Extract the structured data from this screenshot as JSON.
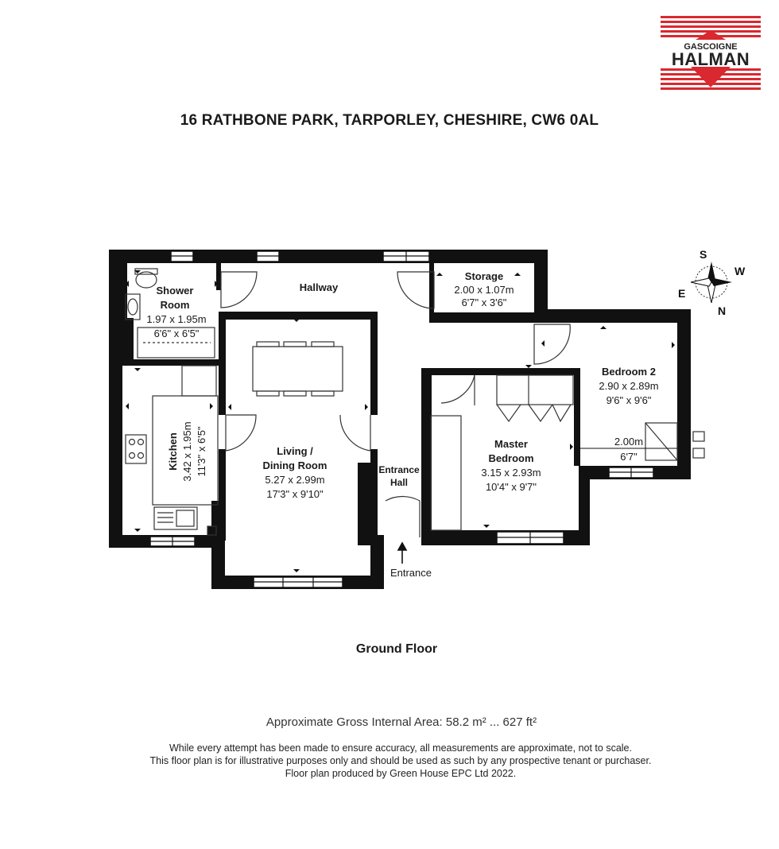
{
  "brand": {
    "line1": "GASCOIGNE",
    "line2": "HALMAN",
    "color": "#d9282f"
  },
  "title": "16 RATHBONE PARK, TARPORLEY, CHESHIRE, CW6 0AL",
  "rooms": {
    "shower": {
      "name_1": "Shower",
      "name_2": "Room",
      "metric": "1.97 x 1.95m",
      "imperial": "6'6\" x 6'5\""
    },
    "hallway": {
      "name": "Hallway"
    },
    "storage": {
      "name": "Storage",
      "metric": "2.00 x 1.07m",
      "imperial": "6'7\" x 3'6\""
    },
    "bedroom2": {
      "name": "Bedroom 2",
      "metric": "2.90 x 2.89m",
      "imperial": "9'6\" x 9'6\"",
      "extra_metric": "2.00m",
      "extra_imperial": "6'7\""
    },
    "kitchen": {
      "name": "Kitchen",
      "metric": "3.42 x 1.95m",
      "imperial": "11'3\" x 6'5\""
    },
    "living": {
      "name_1": "Living /",
      "name_2": "Dining Room",
      "metric": "5.27 x 2.99m",
      "imperial": "17'3\" x 9'10\""
    },
    "entrance_hall": {
      "name_1": "Entrance",
      "name_2": "Hall"
    },
    "master": {
      "name_1": "Master",
      "name_2": "Bedroom",
      "metric": "3.15 x 2.93m",
      "imperial": "10'4\" x 9'7\""
    }
  },
  "entrance_label": "Entrance",
  "compass": {
    "s": "S",
    "w": "W",
    "e": "E",
    "n": "N"
  },
  "floor_label": "Ground Floor",
  "area_text": "Approximate Gross Internal Area: 58.2 m² ... 627 ft²",
  "disclaimer": [
    "While every attempt has been made to ensure accuracy, all measurements are approximate, not to scale.",
    "This floor plan is for illustrative purposes only and should be used as such by any prospective tenant or purchaser.",
    "Floor plan produced by Green House EPC Ltd 2022."
  ]
}
